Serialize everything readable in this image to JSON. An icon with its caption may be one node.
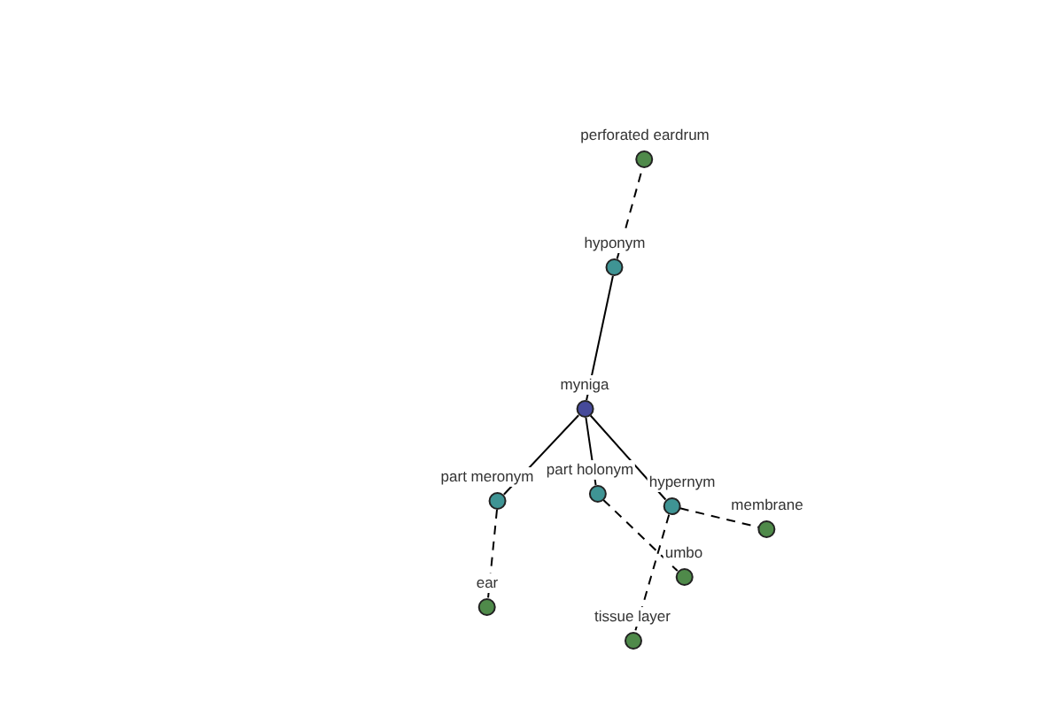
{
  "diagram": {
    "nodes": [
      {
        "text": [
          "perforated eardrum"
        ]
      },
      {
        "text": [
          "hyponym"
        ]
      },
      {
        "text": [
          "myniga"
        ]
      },
      {
        "text": [
          "part meronym"
        ]
      },
      {
        "text": [
          "part holonym"
        ]
      },
      {
        "text": [
          "hypernym"
        ]
      },
      {
        "text": [
          "membrane"
        ]
      },
      {
        "text": [
          "umbo"
        ]
      },
      {
        "text": [
          "ear"
        ]
      },
      {
        "text": [
          "tissue layer"
        ]
      }
    ],
    "edges": [
      {
        "from": 1,
        "to": 0,
        "arrow": "none",
        "style": "dashed"
      },
      {
        "from": 2,
        "to": 1,
        "arrow": "none"
      },
      {
        "from": 2,
        "to": 3,
        "arrow": "none"
      },
      {
        "from": 2,
        "to": 4,
        "arrow": "none"
      },
      {
        "from": 2,
        "to": 5,
        "arrow": "none"
      },
      {
        "from": 3,
        "to": 8,
        "arrow": "none",
        "style": "dashed"
      },
      {
        "from": 4,
        "to": 7,
        "arrow": "none",
        "style": "dashed"
      },
      {
        "from": 5,
        "to": 6,
        "arrow": "none",
        "style": "dashed"
      },
      {
        "from": 5,
        "to": 9,
        "arrow": "none",
        "style": "dashed"
      }
    ]
  }
}
